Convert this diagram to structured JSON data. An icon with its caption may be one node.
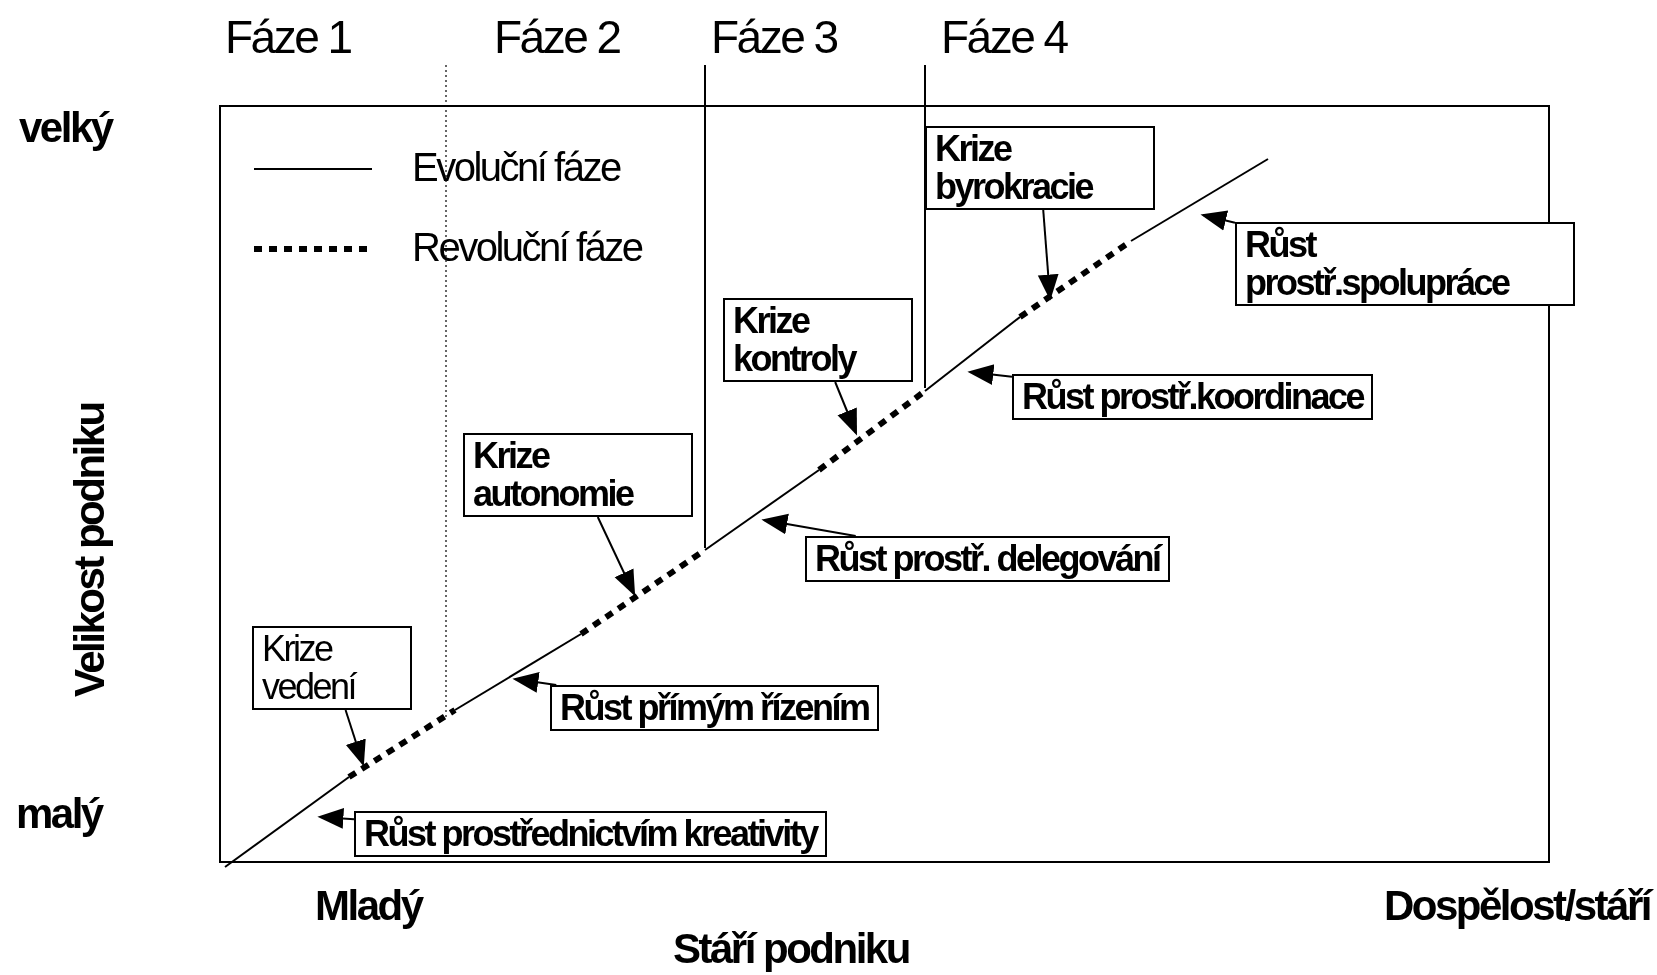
{
  "diagram": {
    "nodes": [
      {
        "text": [
          "Krize byrokracie"
        ]
      },
      {
        "text": [
          "Růst prostř.spolupráce"
        ]
      },
      {
        "text": [
          "Krize kontroly"
        ]
      },
      {
        "text": [
          "Růst prostř.koordinace"
        ]
      },
      {
        "text": [
          "Krize autonomie"
        ]
      },
      {
        "text": [
          "Růst prostř. delegování"
        ]
      },
      {
        "text": [
          "Krize vedení"
        ]
      },
      {
        "text": [
          "Růst přímým řízením"
        ]
      },
      {
        "text": [
          "Růst prostřednictvím kreativity"
        ]
      }
    ],
    "edges": [
      {
        "from": 0,
        "to": null,
        "arrow": "to"
      },
      {
        "from": 1,
        "to": null,
        "arrow": "to"
      },
      {
        "from": 2,
        "to": null,
        "arrow": "to"
      },
      {
        "from": 3,
        "to": null,
        "arrow": "to"
      },
      {
        "from": 4,
        "to": null,
        "arrow": "to"
      },
      {
        "from": 5,
        "to": null,
        "arrow": "to"
      },
      {
        "from": 6,
        "to": null,
        "arrow": "to"
      },
      {
        "from": 7,
        "to": null,
        "arrow": "to"
      },
      {
        "from": 8,
        "to": null,
        "arrow": "to"
      }
    ],
    "labels": [
      "Fáze 1",
      "Fáze 2",
      "Fáze 3",
      "Fáze 4",
      "velký",
      "Velikost podniku",
      "malý",
      "Mladý",
      "Stáří podniku",
      "Dospělost/stáří"
    ],
    "legend": [
      {
        "text": "Evoluční fáze"
      },
      {
        "text": "Revoluční fáze"
      }
    ]
  }
}
